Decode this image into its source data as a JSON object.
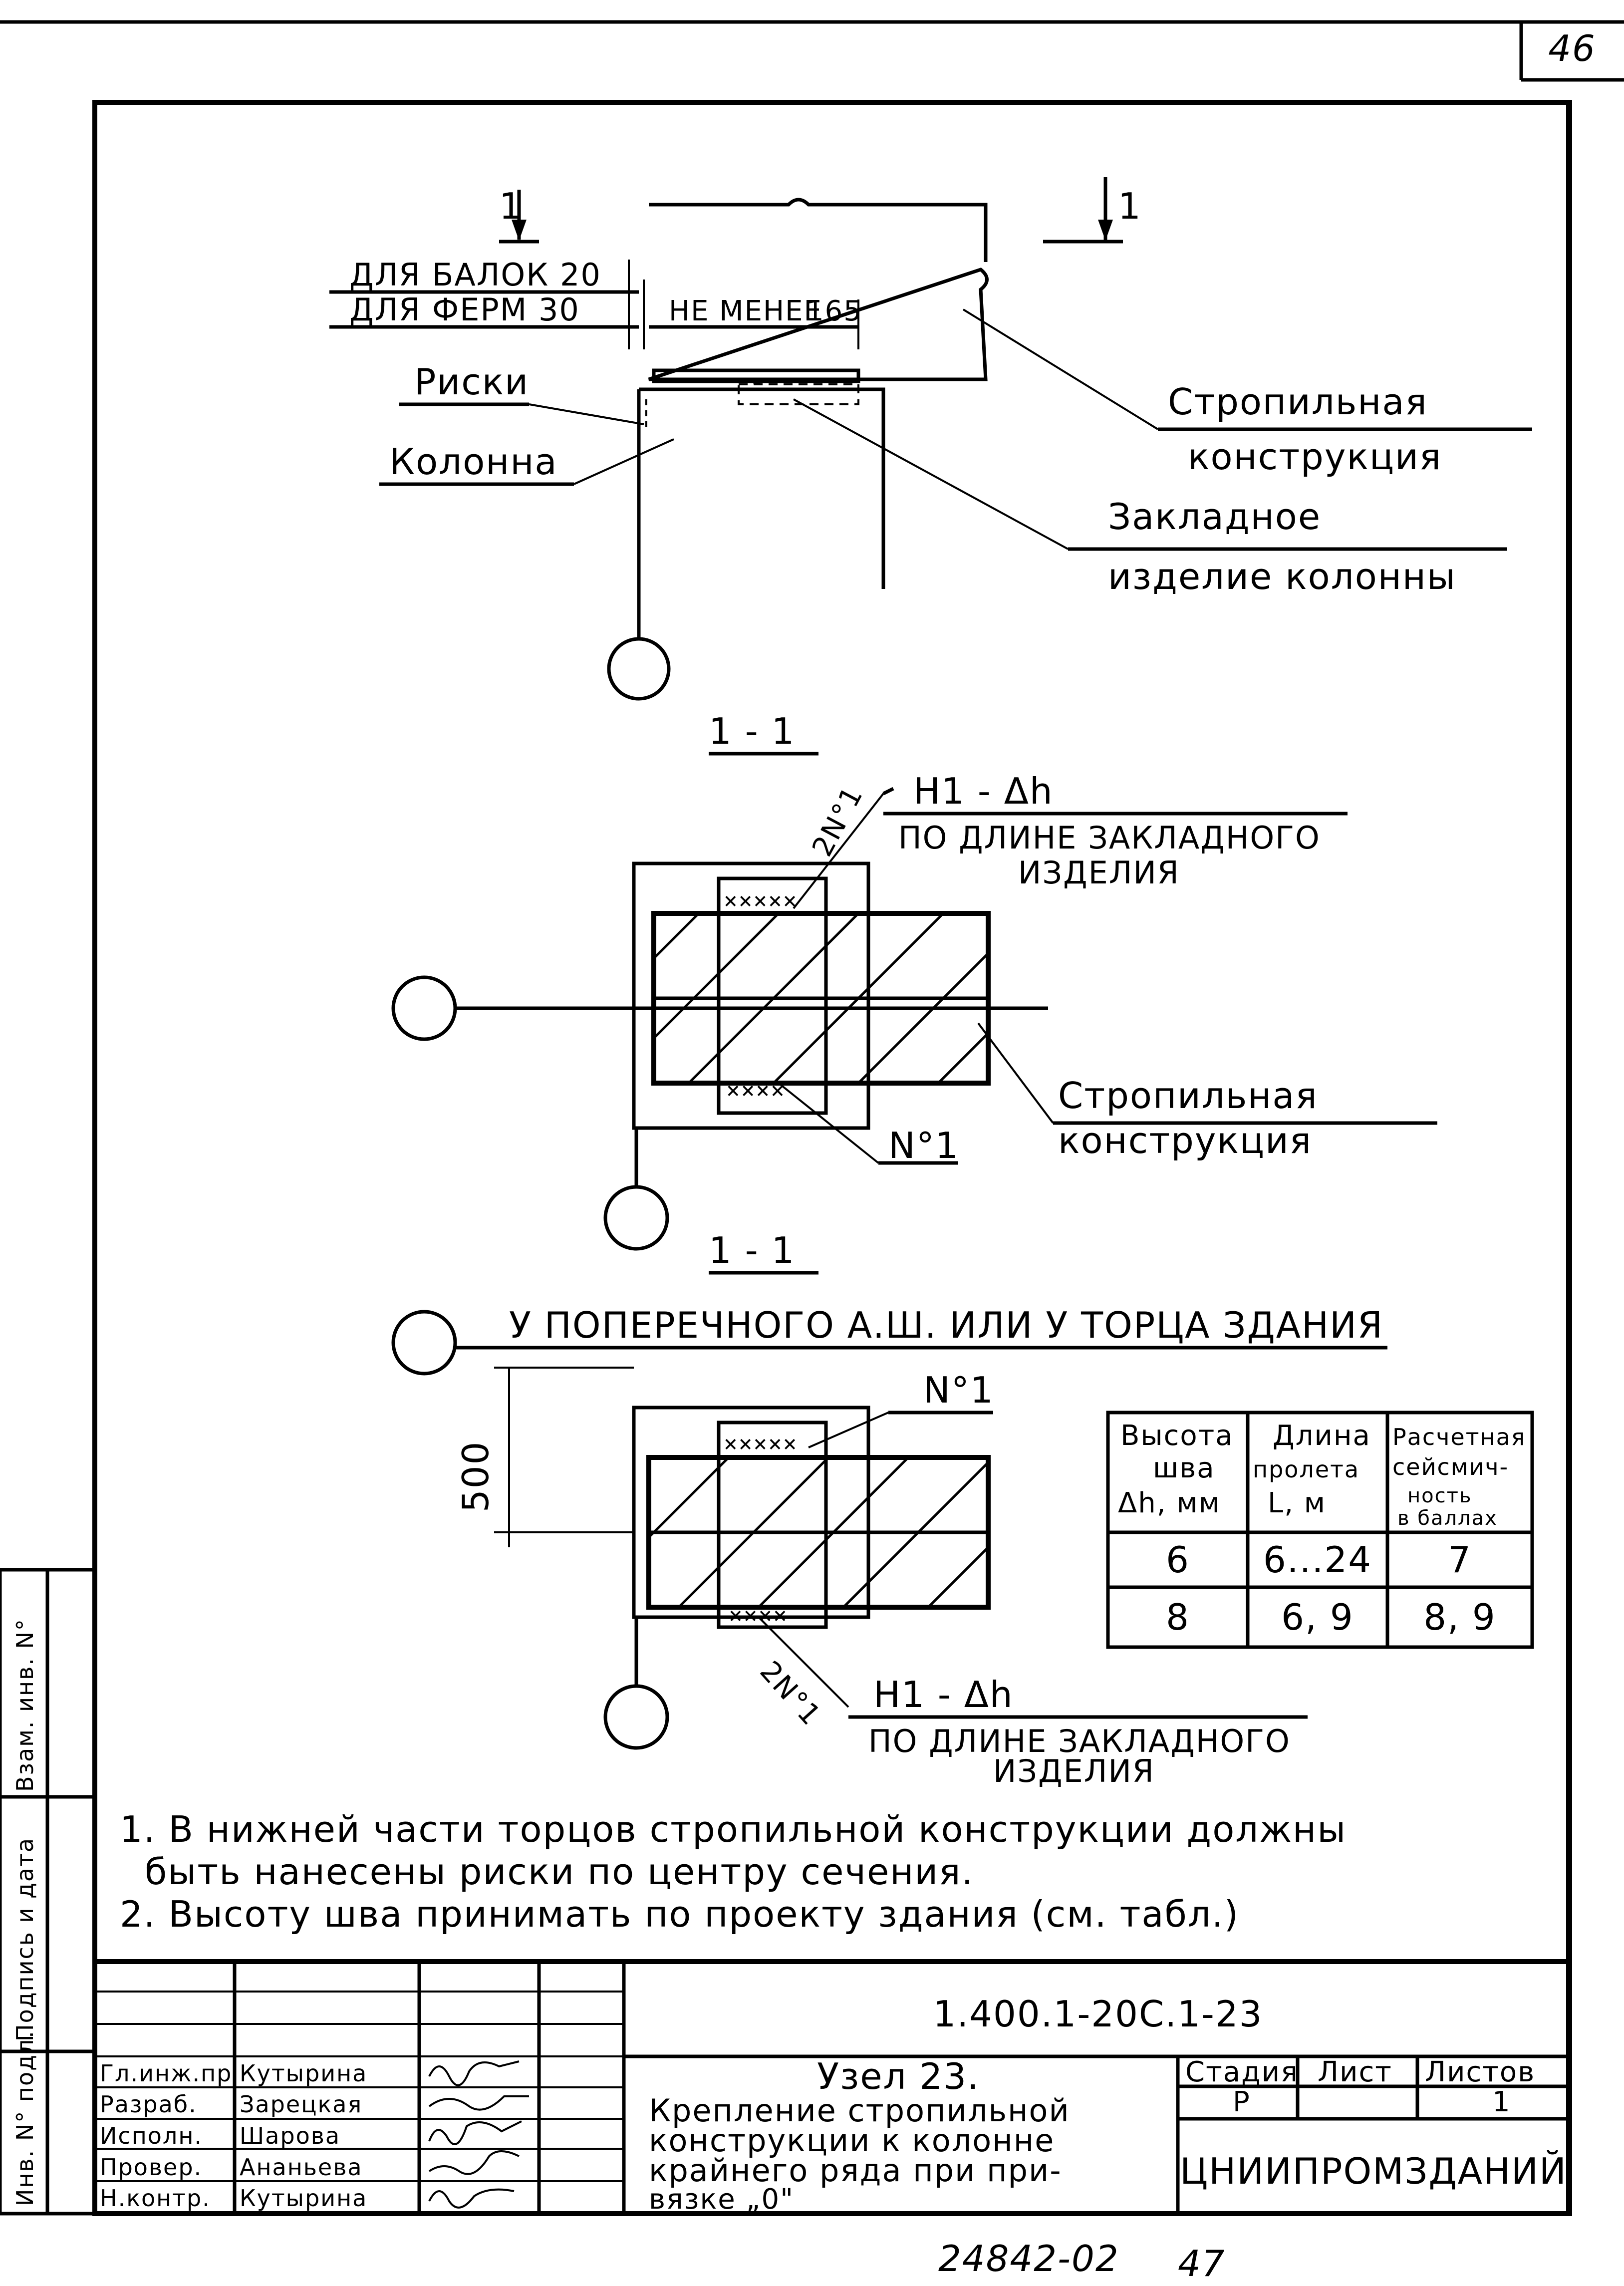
{
  "sheet_number": "46",
  "bottom_number": "24842-02",
  "bottom_page": "47",
  "top_view": {
    "section_mark_left": "1",
    "section_mark_right": "1",
    "dim_beams": "ДЛЯ БАЛОК 20",
    "dim_trusses": "ДЛЯ ФЕРМ 30",
    "dim_min": "НЕ МЕНЕЕ",
    "dim_min_value": "165",
    "label_marks": "Риски",
    "label_column": "Колонна",
    "label_roof_1": "Стропильная",
    "label_roof_2": "конструкция",
    "label_embed_1": "Закладное",
    "label_embed_2": "изделие колонны"
  },
  "section_1": {
    "title": "1 - 1",
    "weld_code": "H1 - Δh",
    "weld_note_1": "ПО ДЛИНЕ ЗАКЛАДНОГО",
    "weld_note_2": "ИЗДЕЛИЯ",
    "weld_count": "2N°1",
    "weld_ref": "N°1",
    "label_roof_1": "Стропильная",
    "label_roof_2": "конструкция"
  },
  "section_2": {
    "title": "1 - 1",
    "caption": "У ПОПЕРЕЧНОГО А.Ш. ИЛИ У ТОРЦА ЗДАНИЯ",
    "dim_500": "500",
    "weld_ref": "N°1",
    "weld_count": "2N°1",
    "weld_code": "H1 - Δh",
    "weld_note_1": "ПО ДЛИНЕ ЗАКЛАДНОГО",
    "weld_note_2": "ИЗДЕЛИЯ"
  },
  "weld_table": {
    "headers": [
      [
        "Высота",
        "шва",
        "Δh, мм"
      ],
      [
        "Длина",
        "пролета",
        "L, м"
      ],
      [
        "Расчетная",
        "сейсмич-",
        "ность",
        "в баллах"
      ]
    ],
    "rows": [
      [
        "6",
        "6...24",
        "7"
      ],
      [
        "8",
        "6, 9",
        "8, 9"
      ]
    ]
  },
  "notes": [
    "1. В нижней части торцов стропильной конструкции должны",
    "быть нанесены риски по центру сечения.",
    "2. Высоту шва принимать по проекту здания (см. табл.)"
  ],
  "side_stamp": {
    "left_1": "Инв. N° подл.",
    "left_2": "Подпись и дата",
    "left_3": "Взам. инв. N°"
  },
  "title_block": {
    "designation": "1.400.1-20С.1-23",
    "roles": [
      "Гл.инж.пр",
      "Разраб.",
      "Исполн.",
      "Провер.",
      "Н.контр."
    ],
    "names": [
      "Кутырина",
      "Зарецкая",
      "Шарова",
      "Ананьева",
      "Кутырина"
    ],
    "title_lines": [
      "Узел 23.",
      "Крепление стропильной",
      "конструкции к колонне",
      "крайнего ряда при при-",
      "вязке „0\""
    ],
    "col_stage": "Стадия",
    "col_sheet": "Лист",
    "col_sheets": "Листов",
    "stage": "Р",
    "sheet": "",
    "sheets": "1",
    "organization": "ЦНИИПРОМЗДАНИЙ"
  },
  "colors": {
    "ink": "#000000",
    "paper": "#ffffff"
  }
}
